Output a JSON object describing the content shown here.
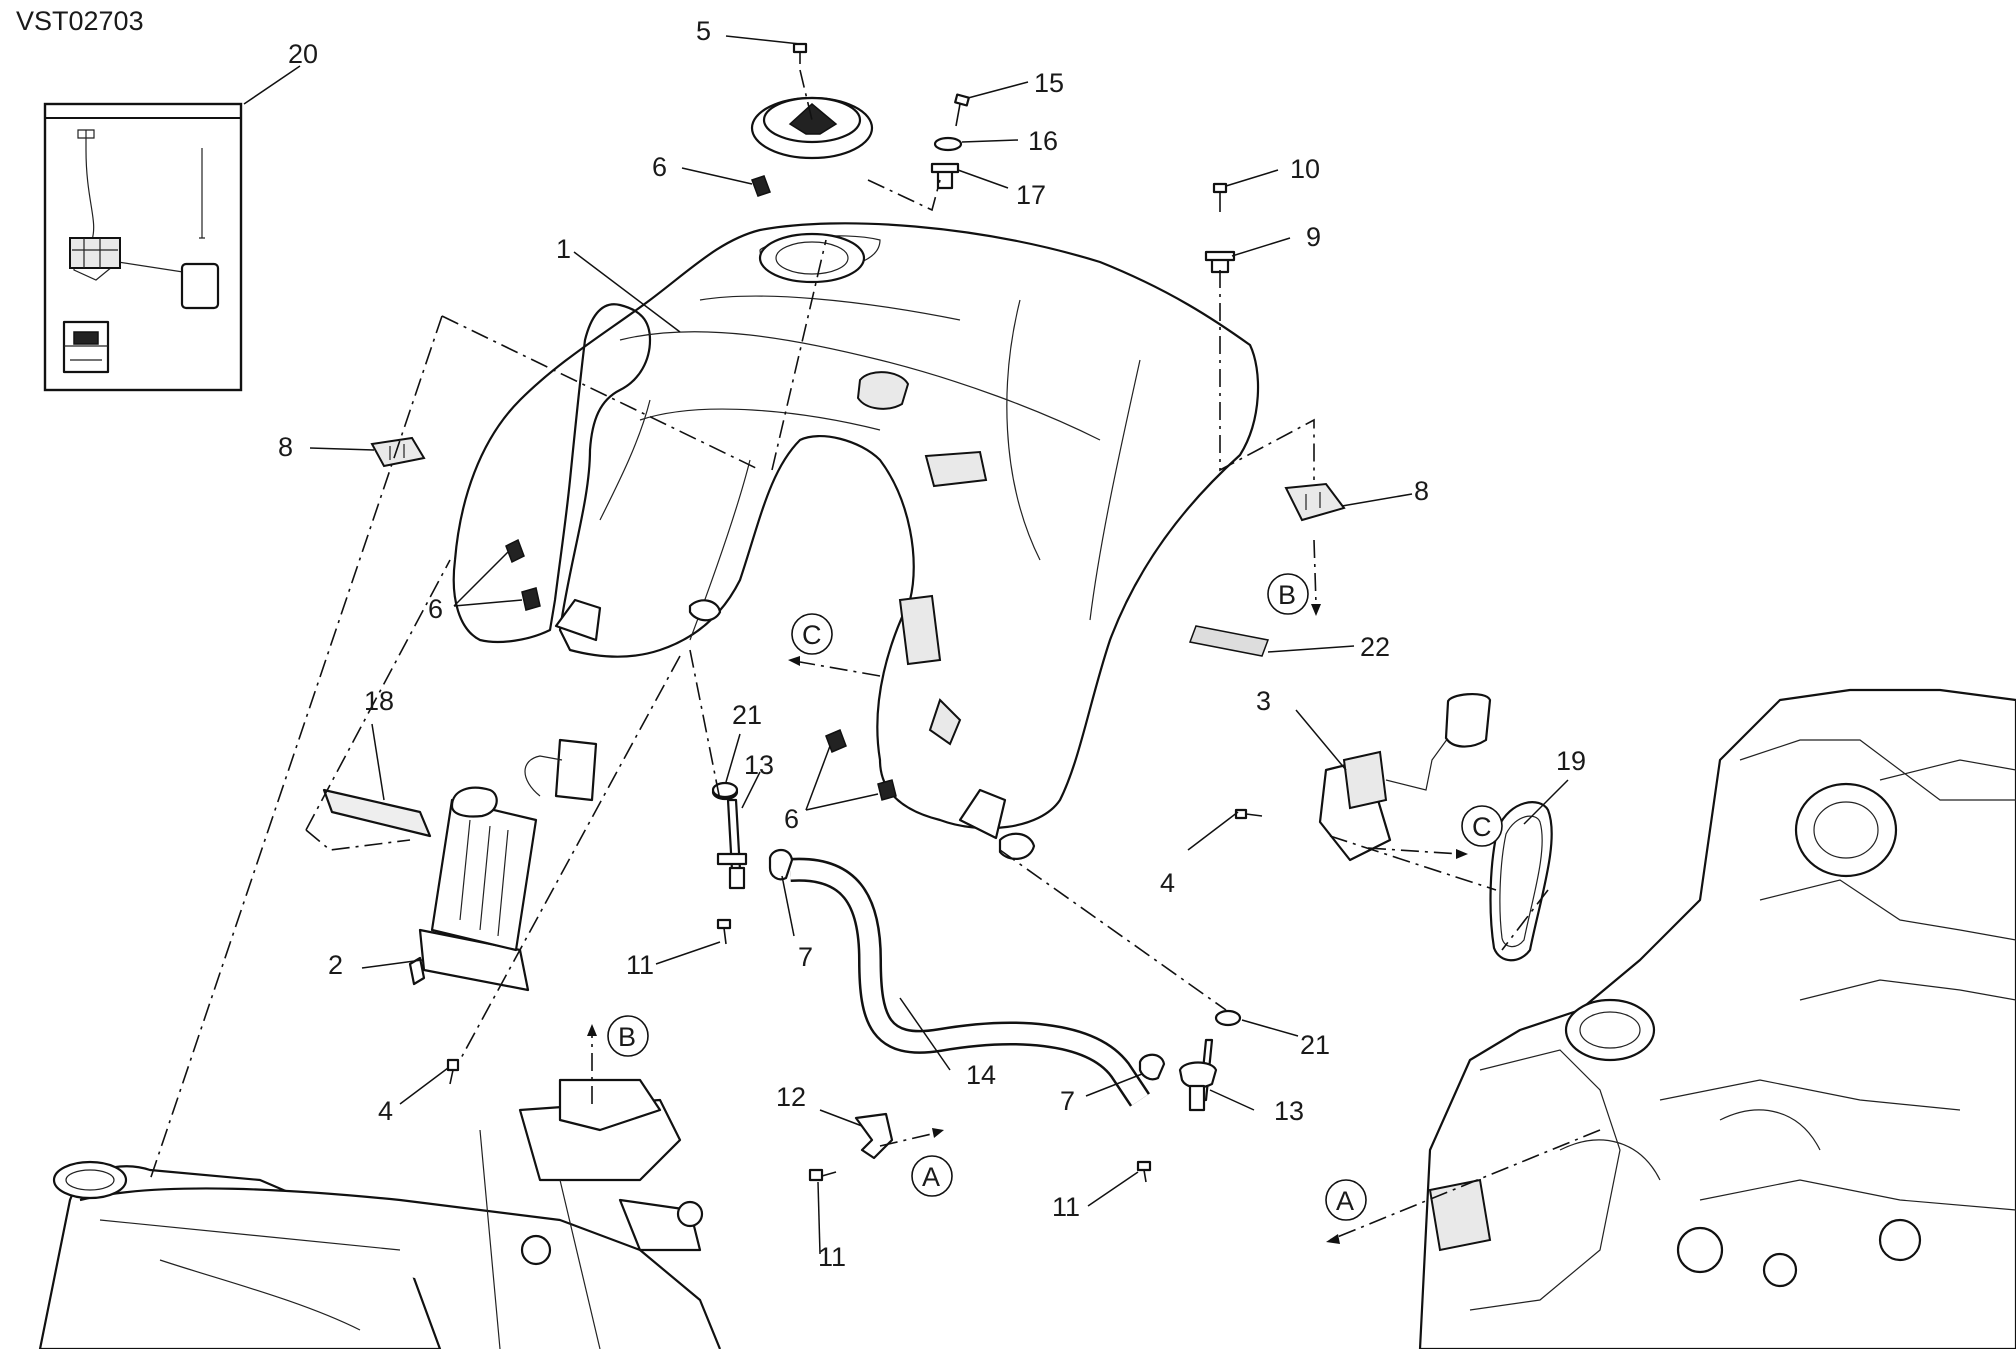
{
  "drawing_code": "VST02703",
  "callouts": [
    {
      "id": "c1",
      "text": "1"
    },
    {
      "id": "c2",
      "text": "2"
    },
    {
      "id": "c3",
      "text": "3"
    },
    {
      "id": "c4a",
      "text": "4"
    },
    {
      "id": "c4b",
      "text": "4"
    },
    {
      "id": "c5",
      "text": "5"
    },
    {
      "id": "c6a",
      "text": "6"
    },
    {
      "id": "c6b",
      "text": "6"
    },
    {
      "id": "c6c",
      "text": "6"
    },
    {
      "id": "c7a",
      "text": "7"
    },
    {
      "id": "c7b",
      "text": "7"
    },
    {
      "id": "c8a",
      "text": "8"
    },
    {
      "id": "c8b",
      "text": "8"
    },
    {
      "id": "c9",
      "text": "9"
    },
    {
      "id": "c10",
      "text": "10"
    },
    {
      "id": "c11a",
      "text": "11"
    },
    {
      "id": "c11b",
      "text": "11"
    },
    {
      "id": "c11c",
      "text": "11"
    },
    {
      "id": "c12",
      "text": "12"
    },
    {
      "id": "c13a",
      "text": "13"
    },
    {
      "id": "c13b",
      "text": "13"
    },
    {
      "id": "c14",
      "text": "14"
    },
    {
      "id": "c15",
      "text": "15"
    },
    {
      "id": "c16",
      "text": "16"
    },
    {
      "id": "c17",
      "text": "17"
    },
    {
      "id": "c18",
      "text": "18"
    },
    {
      "id": "c19",
      "text": "19"
    },
    {
      "id": "c20",
      "text": "20"
    },
    {
      "id": "c21a",
      "text": "21"
    },
    {
      "id": "c21b",
      "text": "21"
    },
    {
      "id": "c22",
      "text": "22"
    }
  ],
  "references": [
    {
      "id": "refA1",
      "text": "A"
    },
    {
      "id": "refA2",
      "text": "A"
    },
    {
      "id": "refB1",
      "text": "B"
    },
    {
      "id": "refB2",
      "text": "B"
    },
    {
      "id": "refC1",
      "text": "C"
    },
    {
      "id": "refC2",
      "text": "C"
    }
  ]
}
